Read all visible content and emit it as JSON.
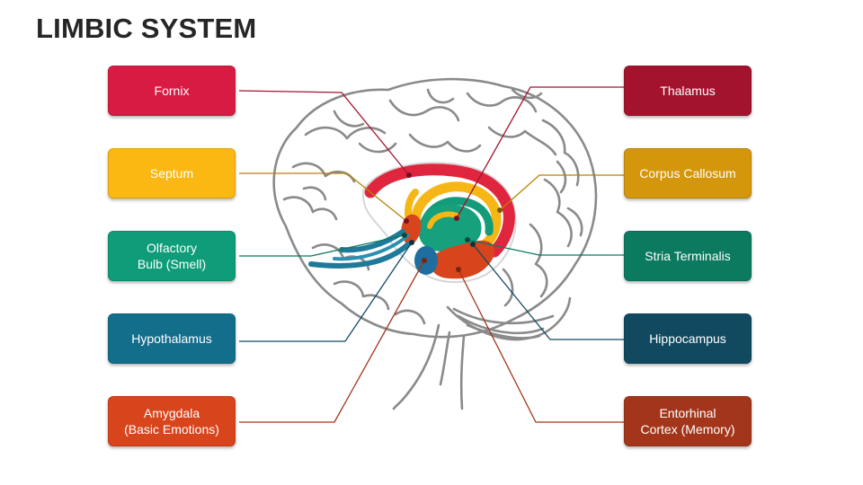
{
  "title": "LIMBIC SYSTEM",
  "labels": {
    "fornix": {
      "text": "Fornix",
      "color": "#d81b43"
    },
    "septum": {
      "text": "Septum",
      "color": "#fbb812"
    },
    "olfactory_bulb": {
      "text": "Olfactory\nBulb (Smell)",
      "color": "#0f9c78"
    },
    "hypothalamus": {
      "text": "Hypothalamus",
      "color": "#136e8c"
    },
    "amygdala": {
      "text": "Amygdala\n(Basic Emotions)",
      "color": "#d8441c"
    },
    "thalamus": {
      "text": "Thalamus",
      "color": "#a3132e"
    },
    "corpus_callosum": {
      "text": "Corpus Callosum",
      "color": "#d4960a"
    },
    "stria_terminalis": {
      "text": "Stria Terminalis",
      "color": "#0b7a5e"
    },
    "hippocampus": {
      "text": "Hippocampus",
      "color": "#114a60"
    },
    "entorhinal_cortex": {
      "text": "Entorhinal\nCortex (Memory)",
      "color": "#a3361a"
    }
  },
  "colors": {
    "brain_outline": "#8a8a8a",
    "title": "#262626"
  }
}
